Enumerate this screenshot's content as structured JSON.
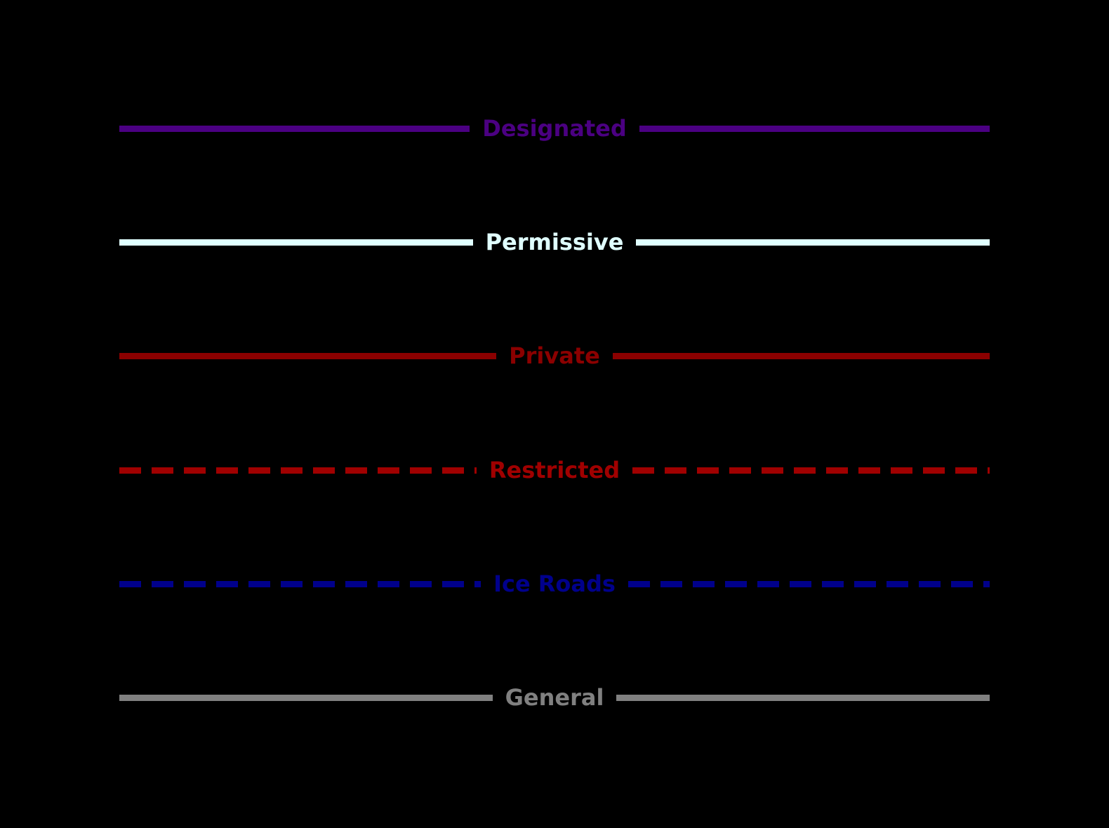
{
  "canvas": {
    "background_color": "#000000"
  },
  "chart_data": {
    "type": "table",
    "title": "",
    "legend_position": "full-figure",
    "items": [
      {
        "label": "Designated",
        "color": "#4B0082",
        "line_style": "solid"
      },
      {
        "label": "Permissive",
        "color": "#E0FFFF",
        "line_style": "solid"
      },
      {
        "label": "Private",
        "color": "#8B0000",
        "line_style": "solid"
      },
      {
        "label": "Restricted",
        "color": "#A00000",
        "line_style": "dashed"
      },
      {
        "label": "Ice Roads",
        "color": "#00008B",
        "line_style": "dashed"
      },
      {
        "label": "General",
        "color": "#808080",
        "line_style": "solid"
      }
    ]
  },
  "legend": {
    "items": [
      {
        "label": "Designated",
        "color": "#4B0082",
        "line_style": "solid"
      },
      {
        "label": "Permissive",
        "color": "#E0FFFF",
        "line_style": "solid"
      },
      {
        "label": "Private",
        "color": "#8B0000",
        "line_style": "solid"
      },
      {
        "label": "Restricted",
        "color": "#A00000",
        "line_style": "dashed"
      },
      {
        "label": "Ice Roads",
        "color": "#00008B",
        "line_style": "dashed"
      },
      {
        "label": "General",
        "color": "#808080",
        "line_style": "solid"
      }
    ]
  }
}
